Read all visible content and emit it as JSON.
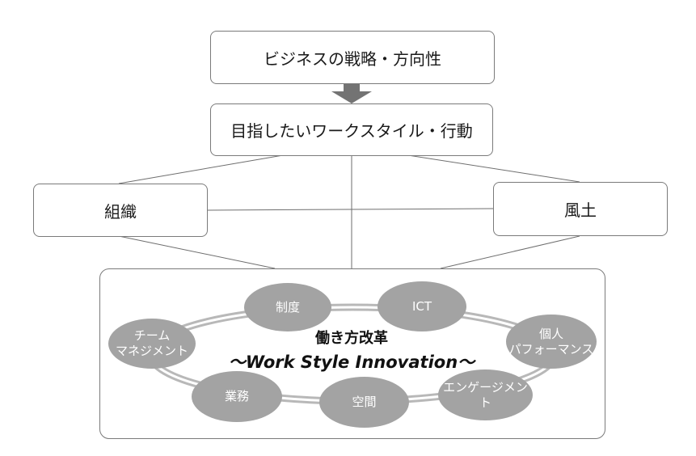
{
  "boxes": {
    "strategy": "ビジネスの戦略・方向性",
    "work_style": "目指したいワークスタイル・行動",
    "organization": "組織",
    "culture": "風土"
  },
  "center": {
    "title": "働き方改革",
    "subtitle": "～Work Style Innovation～"
  },
  "elements": {
    "system": "制度",
    "ict": "ICT",
    "team_management": "チーム\nマネジメント",
    "individual_performance": "個人\nパフォーマンス",
    "operations": "業務",
    "space": "空間",
    "engagement": "エンゲージメント"
  },
  "colors": {
    "ellipse_fill": "#a3a3a3",
    "ring": "#b8b8b8",
    "border": "#7a7a7a",
    "arrow": "#737373"
  }
}
